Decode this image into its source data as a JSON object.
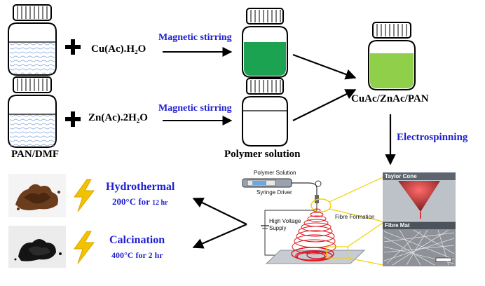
{
  "reagents": {
    "cu": "Cu(Ac).H₂O",
    "zn": "Zn(Ac).2H₂O"
  },
  "labels": {
    "pan_dmf": "PAN/DMF",
    "stirring_top": "Magnetic stirring",
    "stirring_bottom": "Magnetic stirring",
    "polymer_solution": "Polymer solution",
    "cuac_znac_pan": "CuAc/ZnAc/PAN",
    "electrospinning": "Electrospinning"
  },
  "process": {
    "hydrothermal": {
      "title": "Hydrothermal",
      "cond_main": "200°C for ",
      "cond_unit": "12 hr"
    },
    "calcination": {
      "title": "Calcination",
      "cond_main": "400°C for 2 hr"
    }
  },
  "apparatus": {
    "polymer_solution": "Polymer Solution",
    "syringe_driver": "Syringe Driver",
    "high_voltage": "High Voltage",
    "supply": "Supply",
    "fibre_formation": "Fibre Formation",
    "taylor_cone": "Taylor Cone",
    "fibre_mat": "Fibre Mat"
  },
  "colors": {
    "accent_blue": "#1f1fd0",
    "cu_solution": "#1ca352",
    "mixed_solution": "#8fcf4a",
    "spark": "#f2c200",
    "fibre": "#e0141e",
    "electrode": "#c8ccd2"
  }
}
